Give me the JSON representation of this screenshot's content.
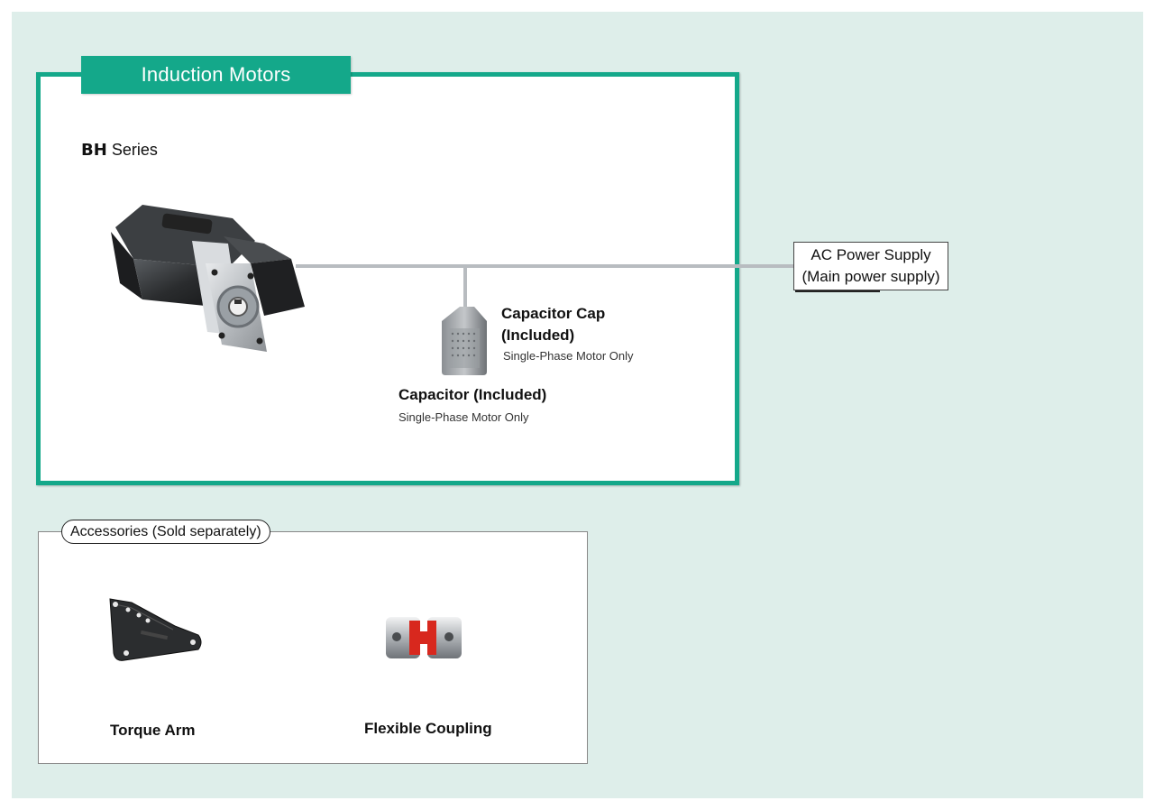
{
  "title": "Induction Motors",
  "series": {
    "prefix": "BH",
    "suffix": "Series"
  },
  "power_supply": {
    "line1": "AC Power Supply",
    "line2": "(Main power supply)"
  },
  "capacitor_cap": {
    "line1": "Capacitor Cap",
    "line2": "(Included)",
    "note": "Single-Phase Motor Only"
  },
  "capacitor": {
    "label": "Capacitor (Included)",
    "note": "Single-Phase Motor Only"
  },
  "accessories": {
    "header": "Accessories (Sold separately)",
    "items": [
      {
        "label": "Torque Arm",
        "icon": "torque-arm-icon"
      },
      {
        "label": "Flexible Coupling",
        "icon": "flexible-coupling-icon"
      }
    ]
  },
  "colors": {
    "accent": "#14a88a",
    "background": "#deeeea",
    "wire": "#b8bcc0"
  }
}
